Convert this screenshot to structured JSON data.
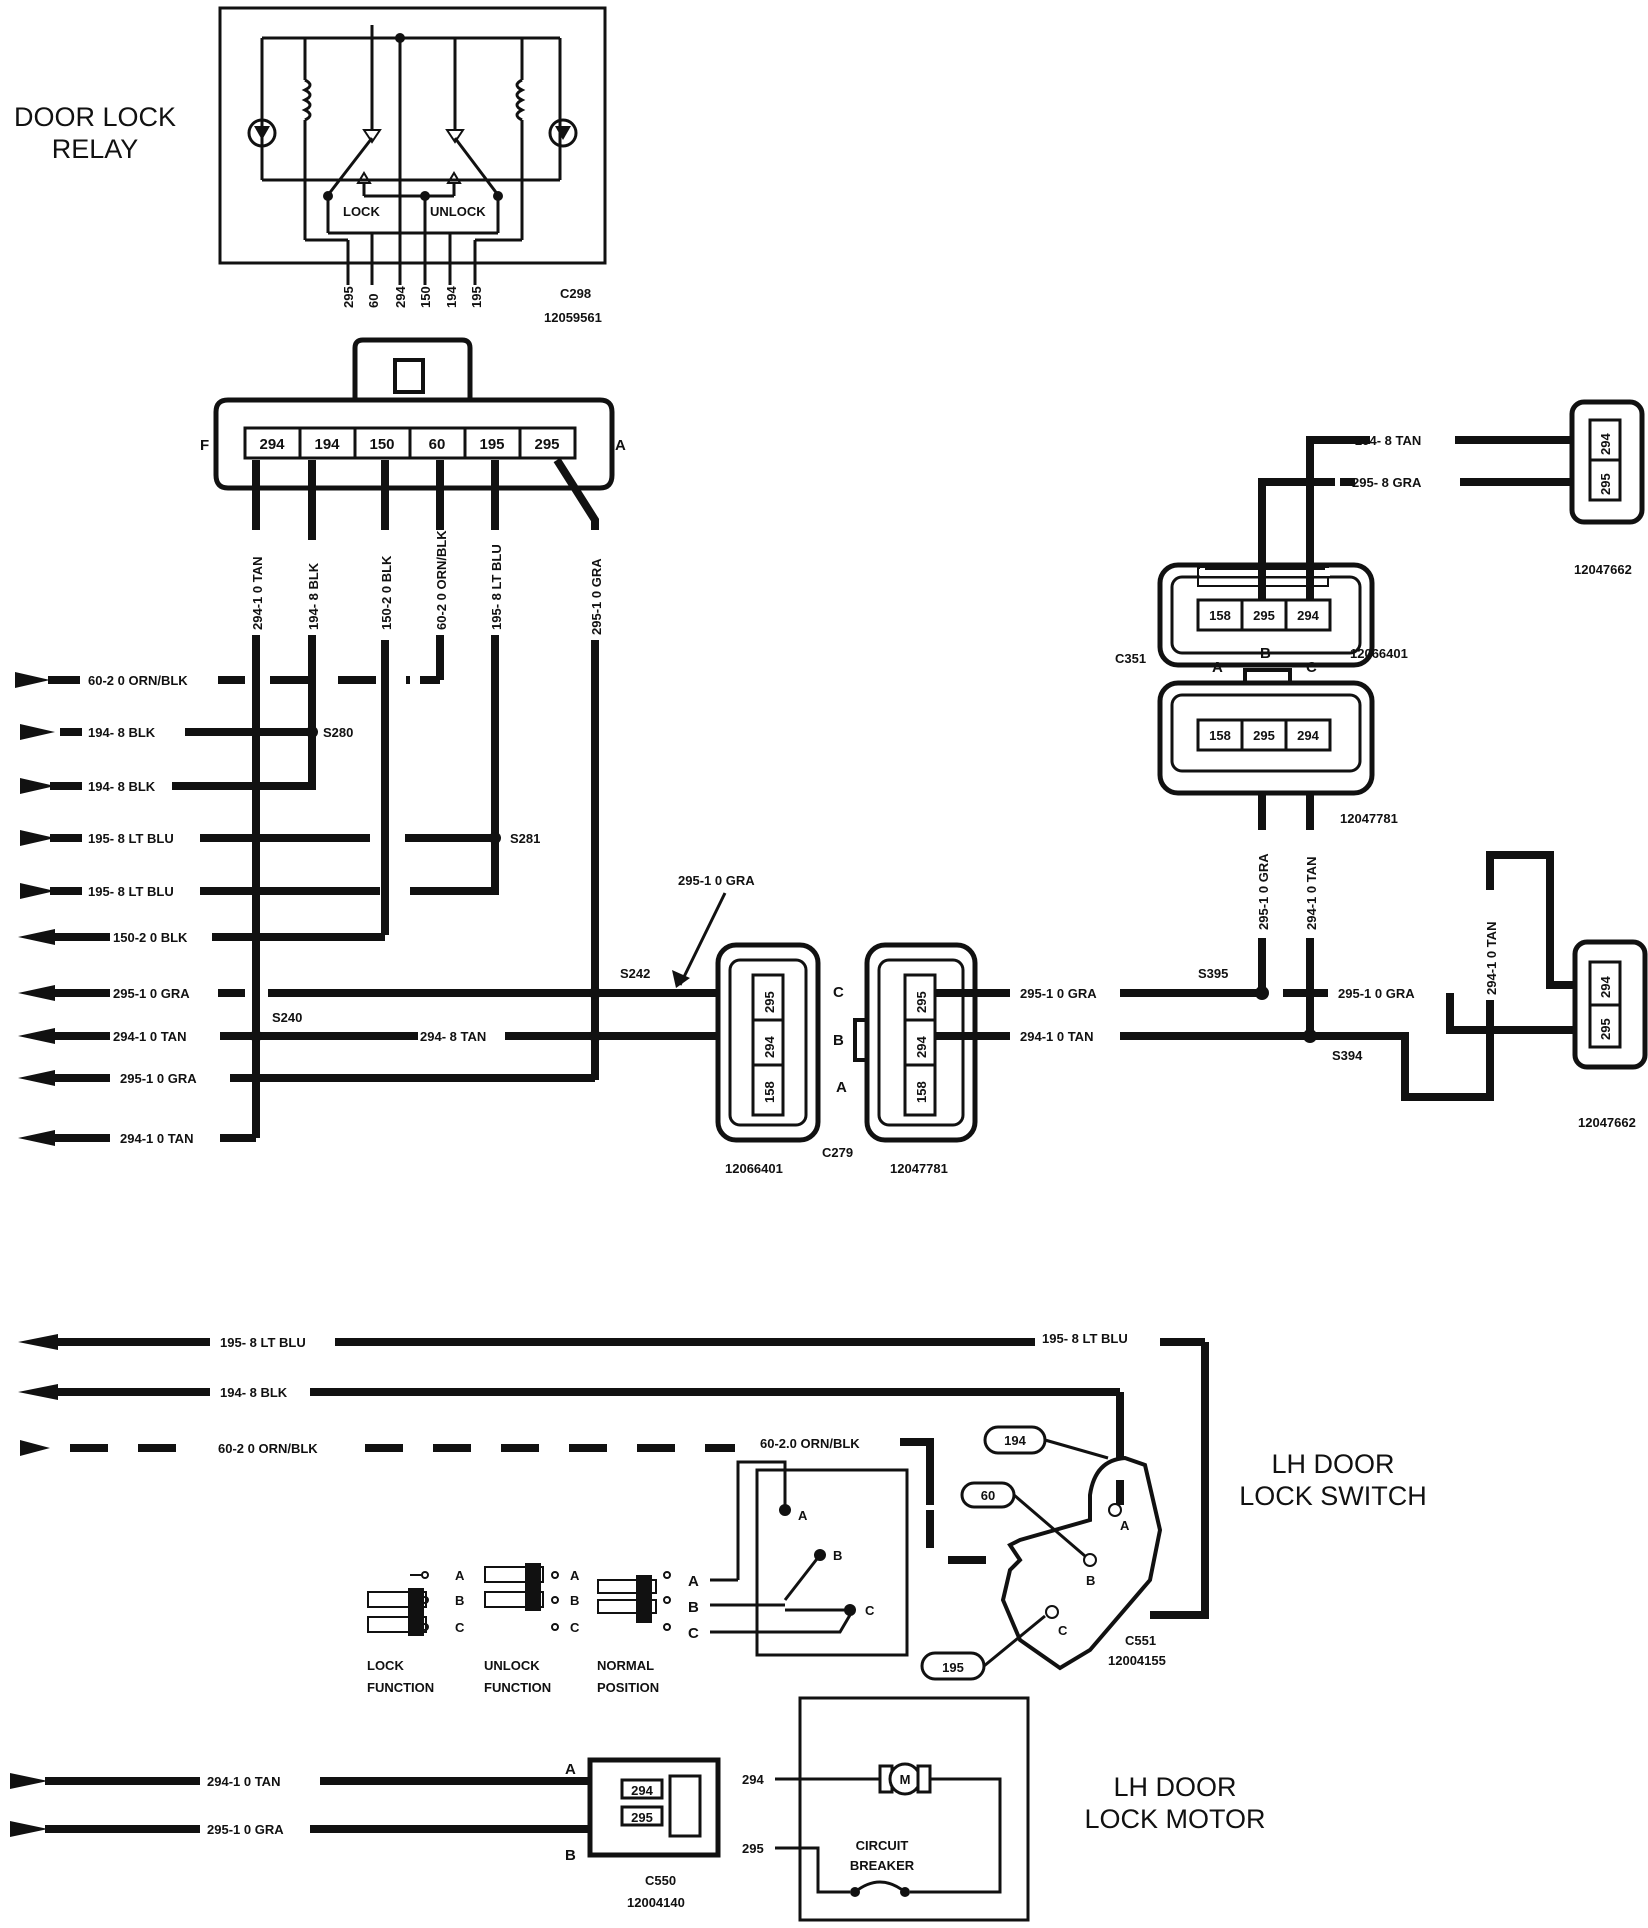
{
  "titles": {
    "door_lock_relay": [
      "DOOR LOCK",
      "RELAY"
    ],
    "lh_door_lock_switch": [
      "LH DOOR",
      "LOCK SWITCH"
    ],
    "lh_door_lock_motor": [
      "LH DOOR",
      "LOCK MOTOR"
    ]
  },
  "relay": {
    "lock": "LOCK",
    "unlock": "UNLOCK",
    "pins": [
      "295",
      "60",
      "294",
      "150",
      "194",
      "195"
    ],
    "connector": "C298",
    "part": "12059561"
  },
  "main_connector": {
    "end_left": "F",
    "end_right": "A",
    "cavities": [
      "294",
      "194",
      "150",
      "60",
      "195",
      "295"
    ]
  },
  "vertical_wires": [
    "294-1 0 TAN",
    "194- 8 BLK",
    "150-2 0 BLK",
    "60-2 0 ORN/BLK",
    "195- 8 LT BLU",
    "295-1 0 GRA"
  ],
  "left_wires": [
    "60-2 0 ORN/BLK",
    "194- 8 BLK",
    "194- 8 BLK",
    "195- 8 LT BLU",
    "195- 8 LT BLU",
    "150-2 0 BLK",
    "295-1 0 GRA",
    "294-1 0 TAN",
    "295-1 0 GRA",
    "294-1 0 TAN"
  ],
  "splices": {
    "s280": "S280",
    "s281": "S281",
    "s240": "S240",
    "s242": "S242",
    "s395": "S395",
    "s394": "S394"
  },
  "mid_wires": {
    "w295_1": "295-1 0 GRA",
    "w294_8": "294- 8 TAN",
    "w295_right": "295-1 0 GRA",
    "w294_right": "294-1 0 TAN"
  },
  "c279": {
    "name": "C279",
    "part_left": "12066401",
    "part_right": "12047781",
    "cavities_left": [
      "295",
      "294",
      "158"
    ],
    "cavities_right": [
      "295",
      "294",
      "158"
    ],
    "pins": [
      "C",
      "B",
      "A"
    ]
  },
  "c351": {
    "name": "C351",
    "part_top": "12066401",
    "part_bottom": "12047781",
    "cavities": [
      "158",
      "295",
      "294"
    ],
    "pins": [
      "A",
      "B",
      "C"
    ]
  },
  "right_top": {
    "w294": "294- 8 TAN",
    "w295": "295- 8 GRA",
    "part": "12047662",
    "cavities": [
      "294",
      "295"
    ]
  },
  "right_mid": {
    "w294_vert": "294-1 0 TAN",
    "w295": "295-1 0 GRA",
    "w294_vertical_up": "295-1 0 GRA",
    "w294_vertical_up2": "294-1 0 TAN",
    "part": "12047662",
    "cavities": [
      "294",
      "295"
    ]
  },
  "bottom_wires": {
    "w195_left": "195- 8 LT BLU",
    "w195_right": "195- 8 LT BLU",
    "w194": "194- 8 BLK",
    "w60_left": "60-2 0 ORN/BLK",
    "w60_right": "60-2.0 ORN/BLK"
  },
  "switch": {
    "pin_labels": [
      "194",
      "60",
      "195"
    ],
    "terminals": [
      "A",
      "B",
      "C"
    ],
    "connector": "C551",
    "part": "12004155",
    "functions": [
      "LOCK",
      "FUNCTION",
      "UNLOCK",
      "FUNCTION",
      "NORMAL",
      "POSITION"
    ],
    "abc": [
      "A",
      "B",
      "C"
    ]
  },
  "motor": {
    "wire294": "294-1 0 TAN",
    "wire295": "295-1 0 GRA",
    "connector_pins": [
      "A",
      "B"
    ],
    "cavities": [
      "294",
      "295"
    ],
    "connector": "C550",
    "part": "12004140",
    "pin294": "294",
    "pin295": "295",
    "m": "M",
    "breaker": [
      "CIRCUIT",
      "BREAKER"
    ]
  }
}
